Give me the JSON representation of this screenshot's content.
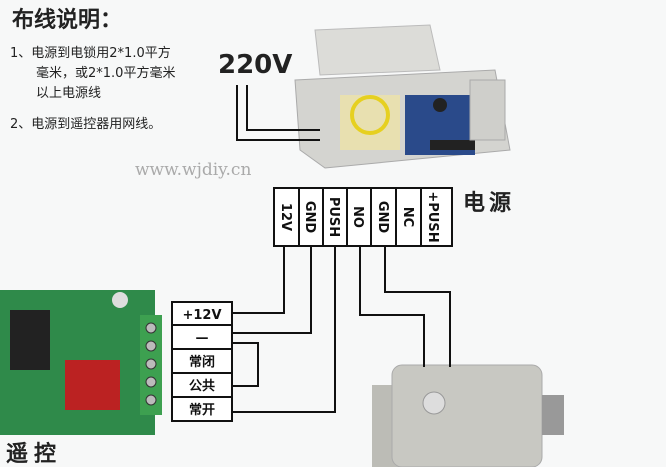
{
  "notes": {
    "title": "布线说明：",
    "item1_line1": "1、电源到电锁用2*1.0平方",
    "item1_line2": "毫米，或2*1.0平方毫米",
    "item1_line3": "以上电源线",
    "item2": "2、电源到遥控器用网线。"
  },
  "voltage_label": "220V",
  "watermark": "www.wjdiy.cn",
  "power_label": "电源",
  "remote_label": "遥控",
  "power_terminals": [
    "12V",
    "GND",
    "PUSH",
    "NO",
    "GND",
    "NC",
    "+PUSH"
  ],
  "remote_terminals": [
    "+12V",
    "—",
    "常闭",
    "公共",
    "常开"
  ]
}
